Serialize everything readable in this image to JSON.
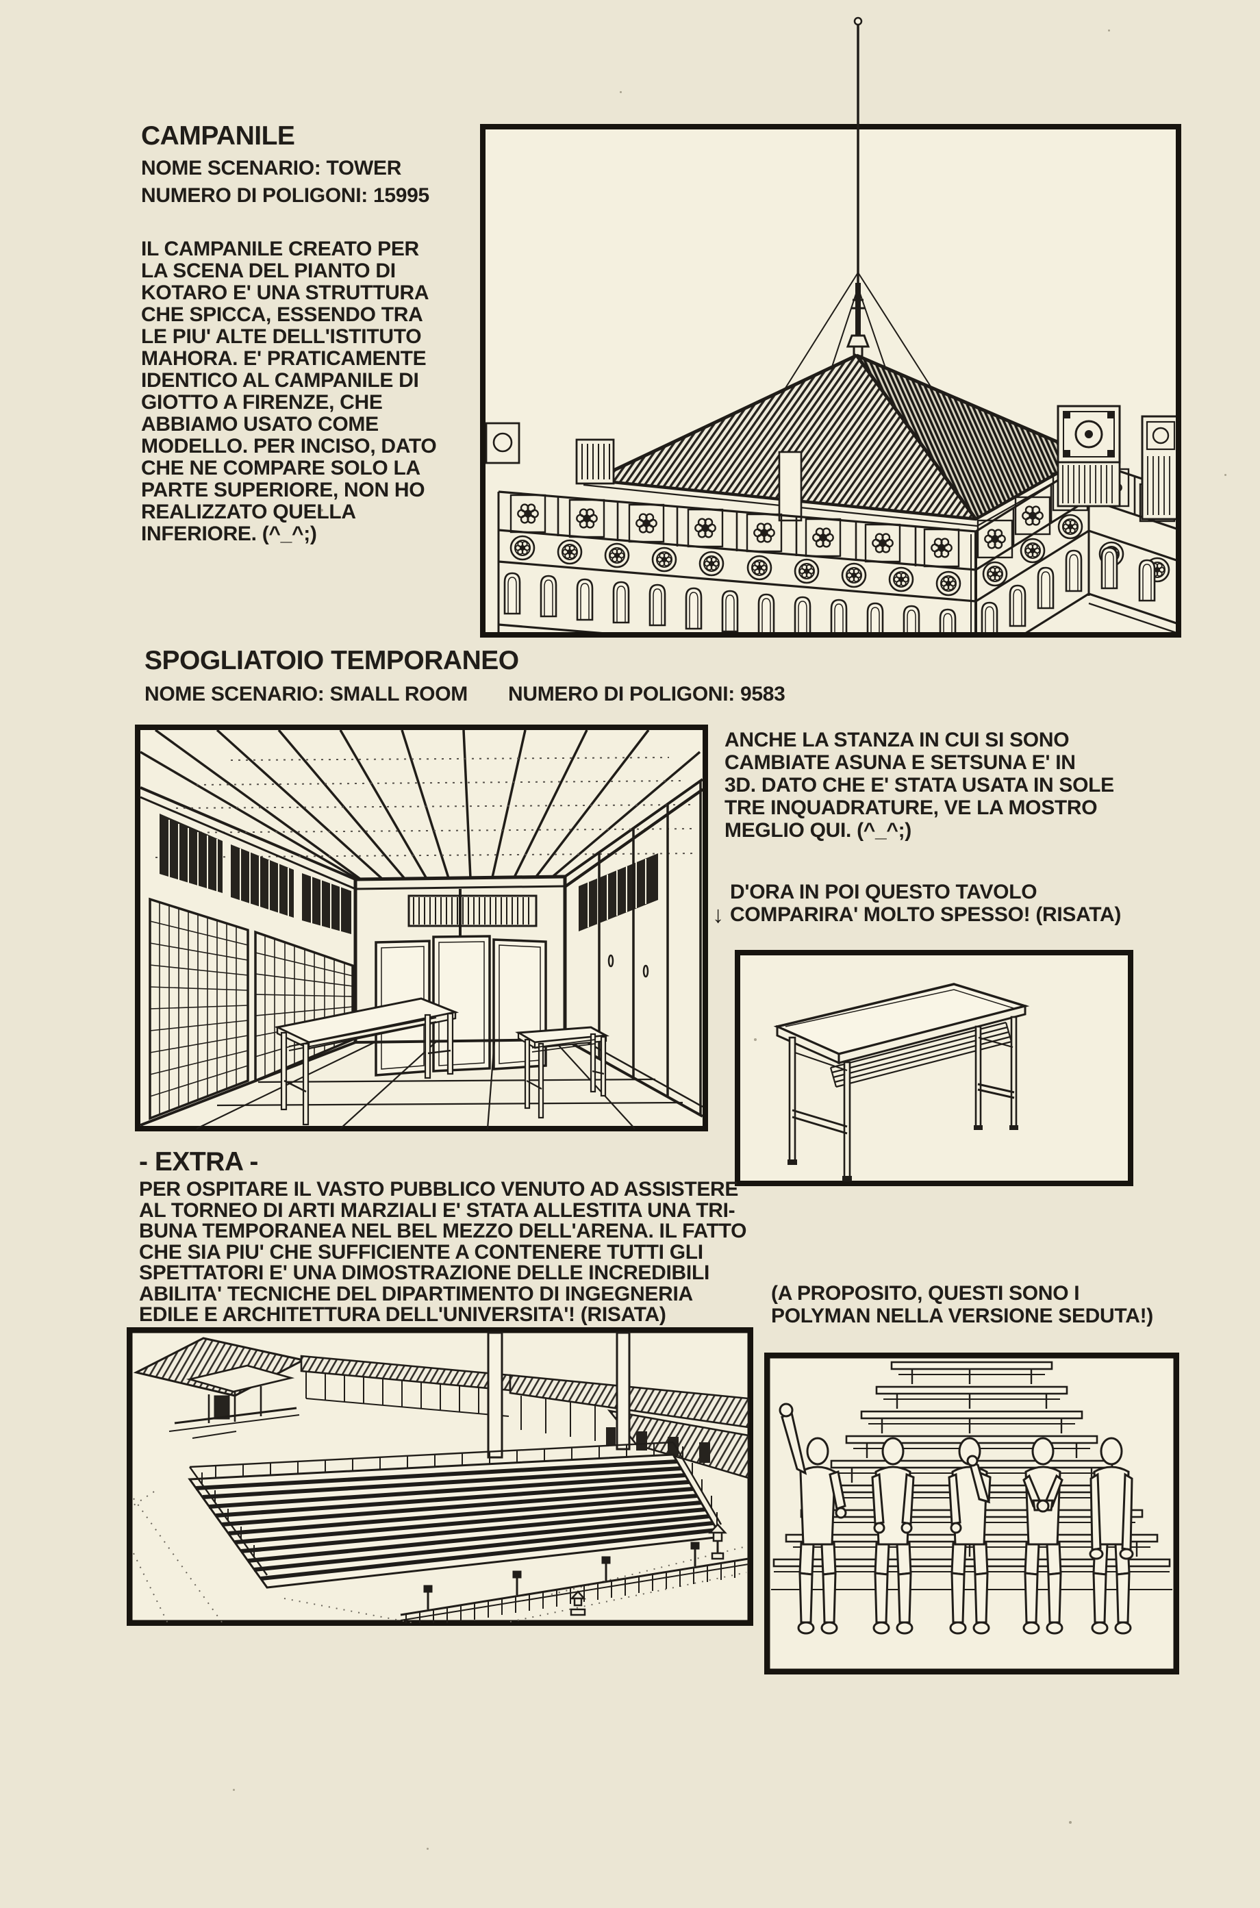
{
  "colors": {
    "paper": "#ebe6d4",
    "panel": "#f4f0df",
    "ink": "#201d19"
  },
  "campanile": {
    "title": "CAMPANILE",
    "scenario": "NOME SCENARIO: TOWER",
    "polygons": "NUMERO DI POLIGONI: 15995",
    "body": "IL CAMPANILE CREATO PER\nLA SCENA DEL PIANTO DI\nKOTARO E' UNA STRUTTURA\nCHE SPICCA, ESSENDO TRA\nLE PIU' ALTE DELL'ISTITUTO\nMAHORA. E' PRATICAMENTE\nIDENTICO AL CAMPANILE DI\nGIOTTO A FIRENZE, CHE\nABBIAMO USATO COME\nMODELLO. PER INCISO, DATO\nCHE NE COMPARE SOLO LA\nPARTE SUPERIORE, NON HO\nREALIZZATO QUELLA\nINFERIORE. (^_^;)"
  },
  "spogliatoio": {
    "title": "SPOGLIATOIO TEMPORANEO",
    "scenario": "NOME SCENARIO: SMALL ROOM",
    "polygons": "NUMERO DI POLIGONI: 9583",
    "note": "ANCHE LA STANZA IN CUI SI SONO\nCAMBIATE ASUNA E SETSUNA E' IN\n3D. DATO CHE E' STATA USATA IN SOLE\nTRE INQUADRATURE, VE LA MOSTRO\nMEGLIO QUI. (^_^;)",
    "table_note_line1": "D'ORA IN POI QUESTO TAVOLO",
    "table_note_line2": "COMPARIRA' MOLTO SPESSO! (RISATA)",
    "down_arrow_icon": "↓"
  },
  "extra": {
    "title": "- EXTRA -",
    "body": "PER OSPITARE IL VASTO PUBBLICO VENUTO AD ASSISTERE\nAL TORNEO DI ARTI MARZIALI E' STATA ALLESTITA UNA TRI-\nBUNA TEMPORANEA NEL BEL MEZZO DELL'ARENA. IL FATTO\nCHE SIA PIU' CHE SUFFICIENTE A CONTENERE TUTTI GLI\nSPETTATORI E' UNA DIMOSTRAZIONE DELLE INCREDIBILI\nABILITA' TECNICHE DEL DIPARTIMENTO DI INGEGNERIA\nEDILE E ARCHITETTURA DELL'UNIVERSITA'! (RISATA)",
    "polyman_note": "(A PROPOSITO, QUESTI SONO I\nPOLYMAN NELLA VERSIONE SEDUTA!)"
  }
}
